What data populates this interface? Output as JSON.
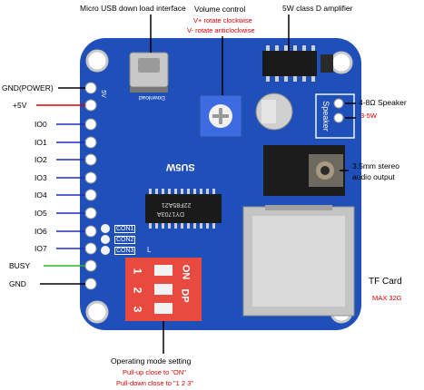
{
  "labels": {
    "usb": "Micro USB down load interface",
    "volume": "Volume control",
    "vplus": "V+ rotate clockwise",
    "vminus": "V- rotate anticlockwise",
    "amp": "5W class D amplifier",
    "speaker": "4-8Ω Speaker",
    "speaker_power": "3-5W",
    "jack_line1": "3.5mm stereo",
    "jack_line2": "audio output",
    "tf_card": "TF Card",
    "tf_max": "MAX 32G",
    "mode": "Operating mode setting",
    "pullup": "Pull-up close to \"ON\"",
    "pulldown": "Pull-down close to \"1 2 3\""
  },
  "pins": [
    "GND(POWER)",
    "+5V",
    "IO0",
    "IO1",
    "IO2",
    "IO3",
    "IO4",
    "IO5",
    "IO6",
    "IO7",
    "BUSY",
    "GND"
  ],
  "board": {
    "name": "SU5W",
    "chip": "DY1703A",
    "chip_code": "22F85A21",
    "speaker_label": "Speaker",
    "download_label": "Download",
    "pin_5v": "5V",
    "con": [
      "CON1",
      "CON2",
      "CON3"
    ],
    "L": "L",
    "dip_on": "ON",
    "dip_dp": "DP",
    "dip_nums": [
      "1",
      "2",
      "3"
    ]
  },
  "colors": {
    "board": "#1f4fb8",
    "red_text": "#d40000",
    "blue_line": "#1a2fbf",
    "red_line": "#e00000",
    "green_line": "#2db52d",
    "dip_red": "#e84a3f"
  }
}
